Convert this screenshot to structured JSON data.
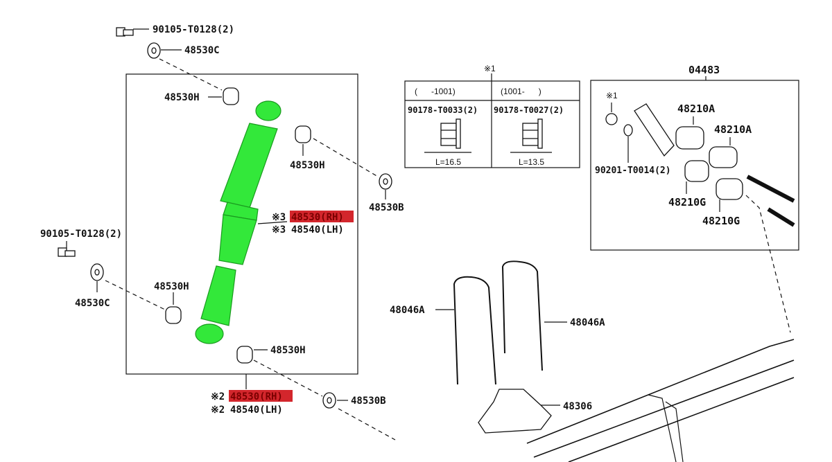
{
  "colors": {
    "highlight": "#d3262c",
    "shock": "#33e83a"
  },
  "labels": {
    "bolt_top": "90105-T0128(2)",
    "washer_top": "48530C",
    "bushing_h1": "48530H",
    "bushing_h2": "48530H",
    "washer_b1": "48530B",
    "shock_rh_mark": "※3",
    "shock_rh": "48530(RH)",
    "shock_lh_mark": "※3",
    "shock_lh": "48540(LH)",
    "bolt_left": "90105-T0128(2)",
    "washer_left": "48530C",
    "bushing_h3": "48530H",
    "bushing_h4": "48530H",
    "bottom_rh_mark": "※2",
    "bottom_rh": "48530(RH)",
    "bottom_lh_mark": "※2",
    "bottom_lh": "48540(LH)",
    "washer_b2": "48530B",
    "ubolt1": "48046A",
    "ubolt2": "48046A",
    "bumper": "48306"
  },
  "nut_table": {
    "note": "※1",
    "columns": [
      {
        "range": "(      -1001)",
        "part": "90178-T0033(2)",
        "length": "L=16.5"
      },
      {
        "range": "(1001-      )",
        "part": "90178-T0027(2)",
        "length": "L=13.5"
      }
    ]
  },
  "kit": {
    "title": "04483",
    "note": "※1",
    "washer": "90201-T0014(2)",
    "bushing_a1": "48210A",
    "bushing_a2": "48210A",
    "bushing_g1": "48210G",
    "bushing_g2": "48210G"
  }
}
